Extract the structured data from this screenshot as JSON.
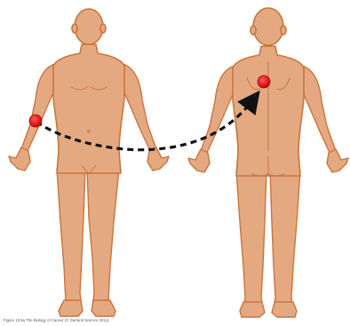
{
  "figure": {
    "credit": "Figure 13.5a The Biology of Cancer (© Garland Science 2014)",
    "colors": {
      "skin": "#e5a982",
      "outline": "#c8753c",
      "site": "#e01818",
      "path": "#111111"
    },
    "figures": [
      {
        "view": "front"
      },
      {
        "view": "back"
      }
    ],
    "markers": [
      {
        "kind": "primary-site"
      },
      {
        "kind": "distant-site"
      }
    ],
    "arrow": {
      "style": "dashed",
      "direction": "primary-to-distant"
    }
  }
}
